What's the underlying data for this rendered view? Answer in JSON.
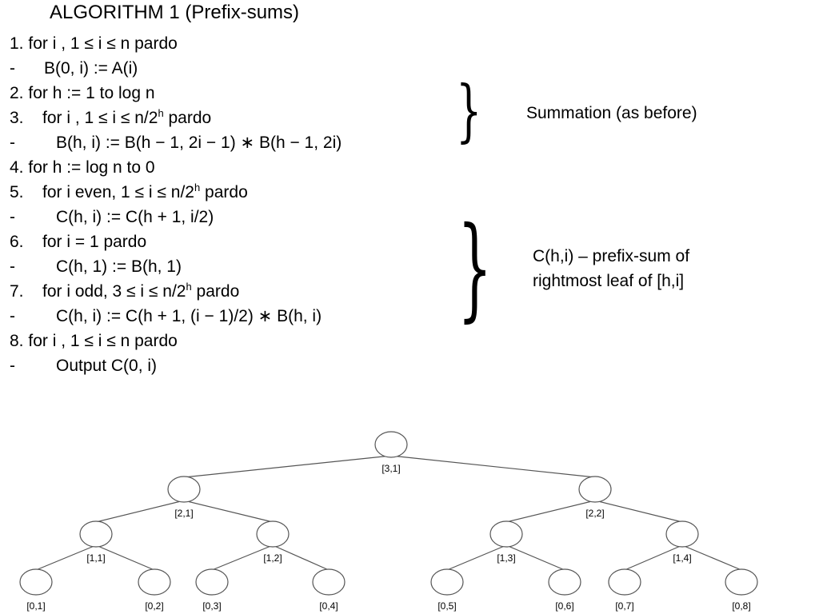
{
  "title": "ALGORITHM 1 (Prefix-sums)",
  "algorithm": {
    "lines": [
      {
        "marker": "1.",
        "text": "for i , 1 ≤ i ≤ n pardo"
      },
      {
        "marker": "-",
        "text": "B(0, i) := A(i)"
      },
      {
        "marker": "2.",
        "text": "for h := 1 to log n"
      },
      {
        "marker": "3.",
        "text_before": "for i , 1 ≤ i ≤ n/2",
        "sup": "h",
        "text_after": " pardo"
      },
      {
        "marker": "-",
        "text": "B(h, i) := B(h − 1, 2i − 1) ∗ B(h − 1, 2i)"
      },
      {
        "marker": "4.",
        "text": "for h := log n to 0"
      },
      {
        "marker": "5.",
        "text_before": "for i even, 1 ≤ i ≤ n/2",
        "sup": "h",
        "text_after": " pardo"
      },
      {
        "marker": "-",
        "text": "C(h, i) := C(h + 1, i/2)"
      },
      {
        "marker": "6.",
        "text": "for i = 1 pardo"
      },
      {
        "marker": "-",
        "text": "C(h, 1) := B(h, 1)"
      },
      {
        "marker": "7.",
        "text_before": "for i odd, 3 ≤ i ≤ n/2",
        "sup": "h",
        "text_after": " pardo"
      },
      {
        "marker": "-",
        "text": "C(h, i) := C(h + 1, (i − 1)/2) ∗ B(h, i)"
      },
      {
        "marker": "8.",
        "text": "for i , 1 ≤ i ≤ n pardo"
      },
      {
        "marker": "-",
        "text": "Output C(0, i)"
      }
    ]
  },
  "annotations": {
    "brace_glyph": "}",
    "summation": "Summation (as before)",
    "prefix_line1": "C(h,i) – prefix-sum  of",
    "prefix_line2": "rightmost leaf of [h,i]"
  },
  "tree": {
    "line_color": "#555555",
    "nodes": [
      {
        "label": "[3,1]",
        "parent": null
      },
      {
        "label": "[2,1]",
        "parent": "[3,1]"
      },
      {
        "label": "[2,2]",
        "parent": "[3,1]"
      },
      {
        "label": "[1,1]",
        "parent": "[2,1]"
      },
      {
        "label": "[1,2]",
        "parent": "[2,1]"
      },
      {
        "label": "[1,3]",
        "parent": "[2,2]"
      },
      {
        "label": "[1,4]",
        "parent": "[2,2]"
      },
      {
        "label": "[0,1]",
        "parent": "[1,1]"
      },
      {
        "label": "[0,2]",
        "parent": "[1,1]"
      },
      {
        "label": "[0,3]",
        "parent": "[1,2]"
      },
      {
        "label": "[0,4]",
        "parent": "[1,2]"
      },
      {
        "label": "[0,5]",
        "parent": "[1,3]"
      },
      {
        "label": "[0,6]",
        "parent": "[1,3]"
      },
      {
        "label": "[0,7]",
        "parent": "[1,4]"
      },
      {
        "label": "[0,8]",
        "parent": "[1,4]"
      }
    ]
  }
}
